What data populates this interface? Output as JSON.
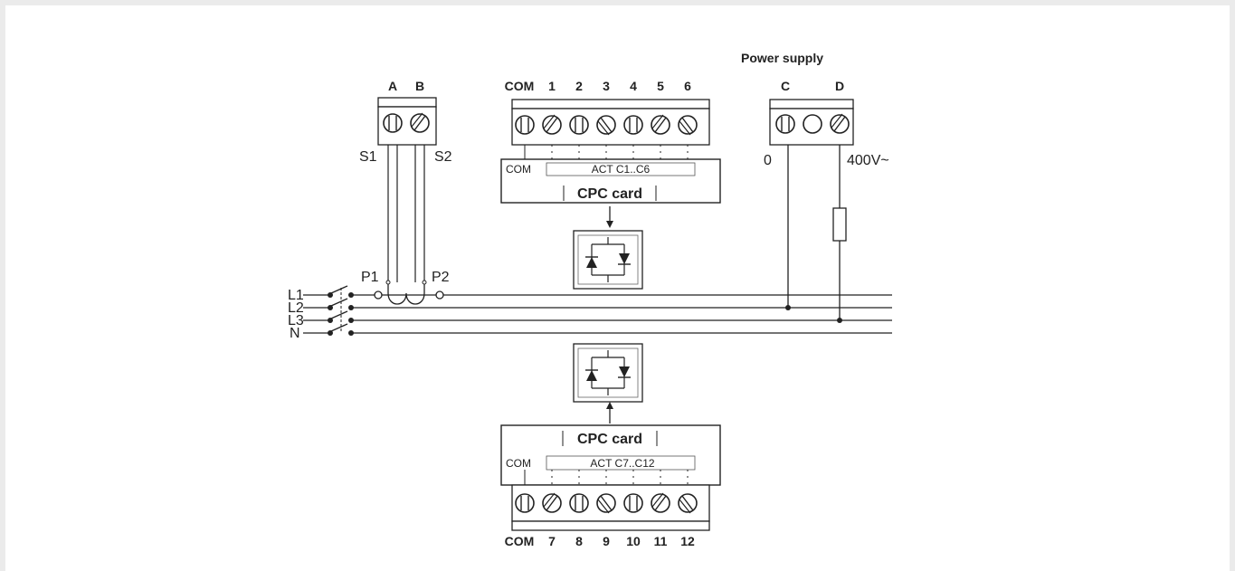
{
  "diagram": {
    "power_supply": {
      "title": "Power supply",
      "terminal_c": "C",
      "terminal_d": "D",
      "zero_label": "0",
      "voltage_label": "400V~"
    },
    "ct_block": {
      "terminal_a": "A",
      "terminal_b": "B",
      "s1": "S1",
      "s2": "S2",
      "p1": "P1",
      "p2": "P2"
    },
    "top_block": {
      "terminals": [
        "COM",
        "1",
        "2",
        "3",
        "4",
        "5",
        "6"
      ],
      "com_label": "COM",
      "act_label": "ACT  C1..C6",
      "card_label": "CPC card"
    },
    "bottom_block": {
      "terminals": [
        "COM",
        "7",
        "8",
        "9",
        "10",
        "11",
        "12"
      ],
      "com_label": "COM",
      "act_label": "ACT  C7..C12",
      "card_label": "CPC card"
    },
    "lines": [
      "L1",
      "L2",
      "L3",
      "N"
    ]
  }
}
